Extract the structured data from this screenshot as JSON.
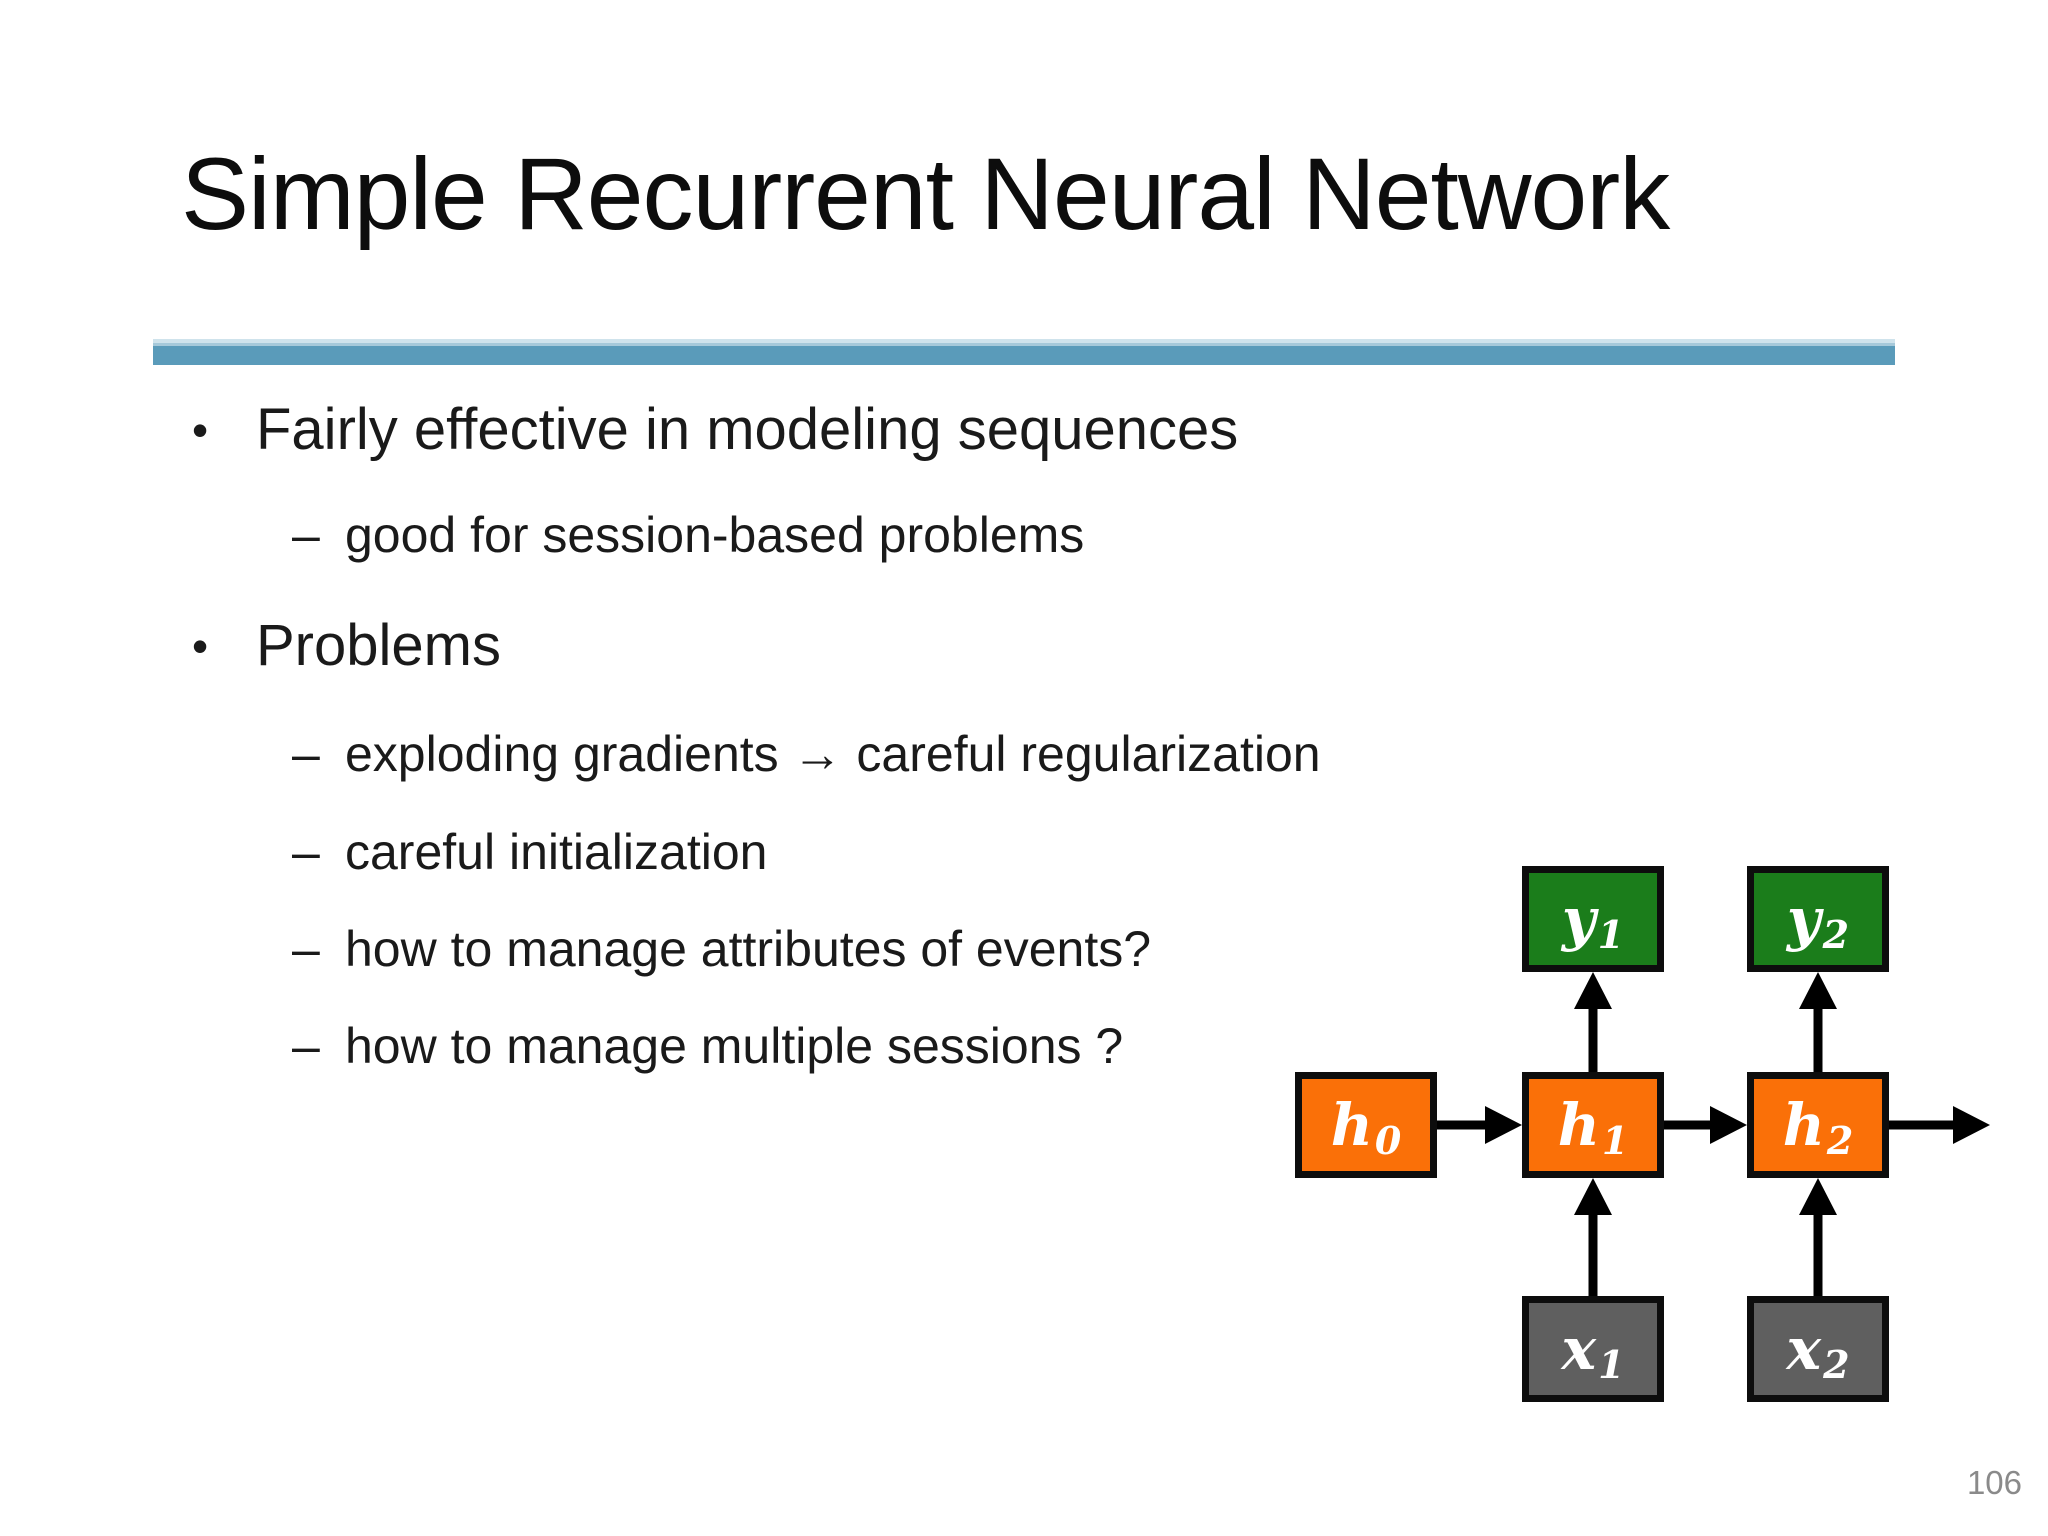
{
  "slide": {
    "title": "Simple Recurrent Neural Network",
    "page_number": "106"
  },
  "bullets": [
    {
      "level": 1,
      "marker": "•",
      "text": "Fairly effective in modeling sequences"
    },
    {
      "level": 2,
      "marker": "–",
      "text": "good for session-based problems"
    },
    {
      "level": 1,
      "marker": "•",
      "text": "Problems"
    },
    {
      "level": 2,
      "marker": "–",
      "text": "exploding gradients → careful regularization"
    },
    {
      "level": 2,
      "marker": "–",
      "text": "careful initialization"
    },
    {
      "level": 2,
      "marker": "–",
      "text": "how to manage attributes of events?"
    },
    {
      "level": 2,
      "marker": "–",
      "text": "how to manage multiple sessions ?"
    }
  ],
  "diagram": {
    "description": "simple RNN unrolled over two time steps",
    "nodes": [
      {
        "id": "y1",
        "base": "y",
        "sub": "1",
        "role": "output",
        "fill": "#1B7D1B"
      },
      {
        "id": "y2",
        "base": "y",
        "sub": "2",
        "role": "output",
        "fill": "#1B7D1B"
      },
      {
        "id": "h0",
        "base": "h",
        "sub": "0",
        "role": "hidden-state",
        "fill": "#FA7008"
      },
      {
        "id": "h1",
        "base": "h",
        "sub": "1",
        "role": "hidden-state",
        "fill": "#FA7008"
      },
      {
        "id": "h2",
        "base": "h",
        "sub": "2",
        "role": "hidden-state",
        "fill": "#FA7008"
      },
      {
        "id": "x1",
        "base": "x",
        "sub": "1",
        "role": "input",
        "fill": "#5F5F5F"
      },
      {
        "id": "x2",
        "base": "x",
        "sub": "2",
        "role": "input",
        "fill": "#5F5F5F"
      }
    ],
    "edges": [
      "h0→h1",
      "h1→h2",
      "h2→(next)",
      "h1→y1",
      "h2→y2",
      "x1→h1",
      "x2→h2"
    ]
  },
  "colors": {
    "accent_bar": "#5A9BBA",
    "accent_bar_highlight": "#CFE3EC",
    "node_green": "#1B7D1B",
    "node_orange": "#FA7008",
    "node_gray": "#5F5F5F",
    "arrow_black": "#000000",
    "page_number_gray": "#8A8A8A"
  }
}
